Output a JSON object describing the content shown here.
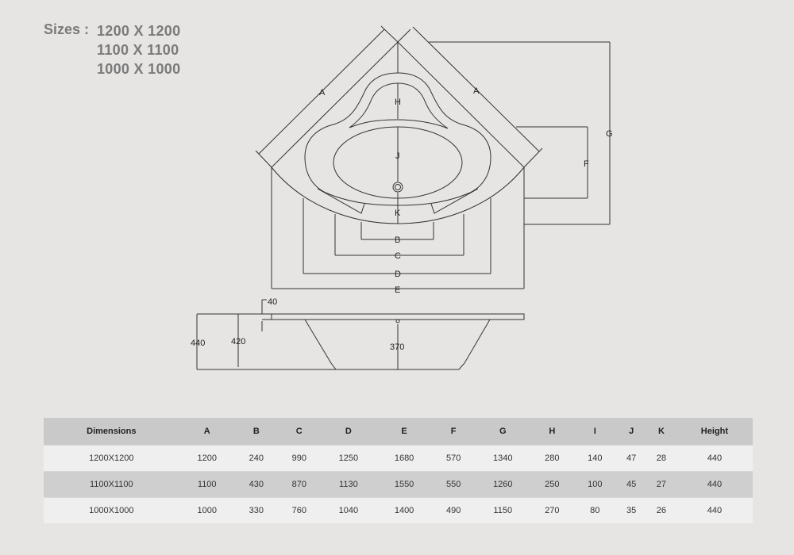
{
  "sizes": {
    "label": "Sizes :",
    "values": [
      "1200 X 1200",
      "1100 X 1100",
      "1000 X 1000"
    ]
  },
  "drawing": {
    "top_labels": {
      "A_left": "A",
      "A_right": "A",
      "B": "B",
      "C": "C",
      "D": "D",
      "E": "E",
      "F": "F",
      "G": "G",
      "H": "H",
      "J": "J",
      "K": "K"
    },
    "side_labels": {
      "rim": "40",
      "outer_height": "440",
      "inner_height": "420",
      "depth": "370"
    }
  },
  "table": {
    "headers": [
      "Dimensions",
      "A",
      "B",
      "C",
      "D",
      "E",
      "F",
      "G",
      "H",
      "I",
      "J",
      "K",
      "Height"
    ],
    "rows": [
      [
        "1200X1200",
        "1200",
        "240",
        "990",
        "1250",
        "1680",
        "570",
        "1340",
        "280",
        "140",
        "47",
        "28",
        "440"
      ],
      [
        "1100X1100",
        "1100",
        "430",
        "870",
        "1130",
        "1550",
        "550",
        "1260",
        "250",
        "100",
        "45",
        "27",
        "440"
      ],
      [
        "1000X1000",
        "1000",
        "330",
        "760",
        "1040",
        "1400",
        "490",
        "1150",
        "270",
        "80",
        "35",
        "26",
        "440"
      ]
    ]
  }
}
